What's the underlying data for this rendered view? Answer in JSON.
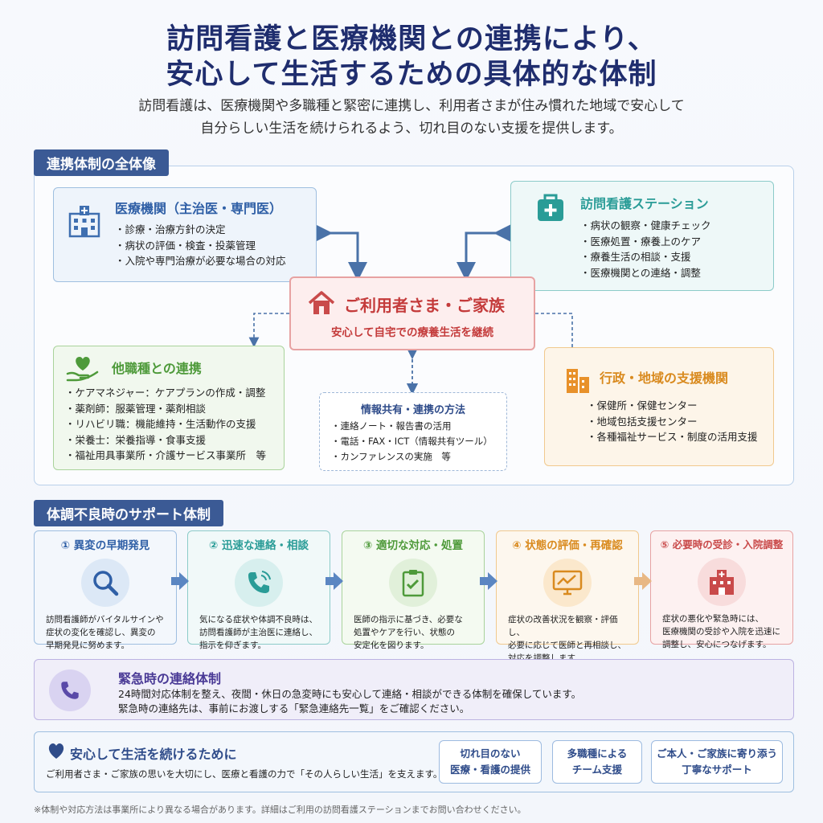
{
  "header": {
    "title_line1": "訪問看護と医療機関との連携により、",
    "title_line2": "安心して生活するための具体的な体制",
    "lead_line1": "訪問看護は、医療機関や多職種と緊密に連携し、利用者さまが住み慣れた地域で安心して",
    "lead_line2": "自分らしい生活を続けられるよう、切れ目のない支援を提供します。"
  },
  "overview": {
    "tag": "連携体制の全体像",
    "medical": {
      "title": "医療機関（主治医・専門医）",
      "items": [
        "診療・治療方針の決定",
        "病状の評価・検査・投薬管理",
        "入院や専門治療が必要な場合の対応"
      ]
    },
    "station": {
      "title": "訪問看護ステーション",
      "items": [
        "病状の観察・健康チェック",
        "医療処置・療養上のケア",
        "療養生活の相談・支援",
        "医療機関との連絡・調整"
      ]
    },
    "user": {
      "title": "ご利用者さま・ご家族",
      "subtitle": "安心して自宅での療養生活を継続"
    },
    "multi": {
      "title": "他職種との連携",
      "items": [
        "ケアマネジャー：ケアプランの作成・調整",
        "薬剤師：服薬管理・薬剤相談",
        "リハビリ職：機能維持・生活動作の支援",
        "栄養士：栄養指導・食事支援",
        "福祉用具事業所・介護サービス事業所　等"
      ]
    },
    "info": {
      "title": "情報共有・連携の方法",
      "items": [
        "連絡ノート・報告書の活用",
        "電話・FAX・ICT（情報共有ツール）",
        "カンファレンスの実施　等"
      ]
    },
    "gov": {
      "title": "行政・地域の支援機関",
      "items": [
        "保健所・保健センター",
        "地域包括支援センター",
        "各種福祉サービス・制度の活用支援"
      ]
    }
  },
  "support": {
    "tag": "体調不良時のサポート体制",
    "steps": [
      {
        "title": "① 異変の早期発見",
        "icon": "magnifier-icon",
        "color": "#2f5fa6",
        "desc": [
          "訪問看護師がバイタルサインや",
          "症状の変化を確認し、異変の",
          "早期発見に努めます。"
        ]
      },
      {
        "title": "② 迅速な連絡・相談",
        "icon": "phone-icon",
        "color": "#2a9c97",
        "desc": [
          "気になる症状や体調不良時は、",
          "訪問看護師が主治医に連絡し、",
          "指示を仰ぎます。"
        ]
      },
      {
        "title": "③ 適切な対応・処置",
        "icon": "clipboard-icon",
        "color": "#4e9a3a",
        "desc": [
          "医師の指示に基づき、必要な",
          "処置やケアを行い、状態の",
          "安定化を図ります。"
        ]
      },
      {
        "title": "④ 状態の評価・再確認",
        "icon": "monitor-chart-icon",
        "color": "#d98a1e",
        "desc": [
          "症状の改善状況を観察・評価し、",
          "必要に応じて医師と再相談し、",
          "対応を調整します。"
        ]
      },
      {
        "title": "⑤ 必要時の受診・入院調整",
        "icon": "hospital-icon",
        "color": "#c94a4a",
        "desc": [
          "症状の悪化や緊急時には、",
          "医療機関の受診や入院を迅速に",
          "調整し、安心につなげます。"
        ]
      }
    ]
  },
  "emergency": {
    "title": "緊急時の連絡体制",
    "line1": "24時間対応体制を整え、夜間・休日の急変時にも安心して連絡・相談ができる体制を確保しています。",
    "line2": "緊急時の連絡先は、事前にお渡しする「緊急連絡先一覧」をご確認ください。"
  },
  "closing": {
    "title": "安心して生活を続けるために",
    "text": "ご利用者さま・ご家族の思いを大切にし、医療と看護の力で「その人らしい生活」を支えます。",
    "pills": [
      {
        "line1": "切れ目のない",
        "line2": "医療・看護の提供"
      },
      {
        "line1": "多職種による",
        "line2": "チーム支援"
      },
      {
        "line1": "ご本人・ご家族に寄り添う",
        "line2": "丁寧なサポート"
      }
    ]
  },
  "footnote": "※体制や対応方法は事業所により異なる場合があります。詳細はご利用の訪問看護ステーションまでお問い合わせください。",
  "colors": {
    "navy": "#1f2d6e",
    "tag": "#3b5a95",
    "blue": "#2f5fa6",
    "teal": "#2a9c97",
    "green": "#4e9a3a",
    "orange": "#d98a1e",
    "red": "#c94a4a",
    "purple": "#4a3a96"
  }
}
